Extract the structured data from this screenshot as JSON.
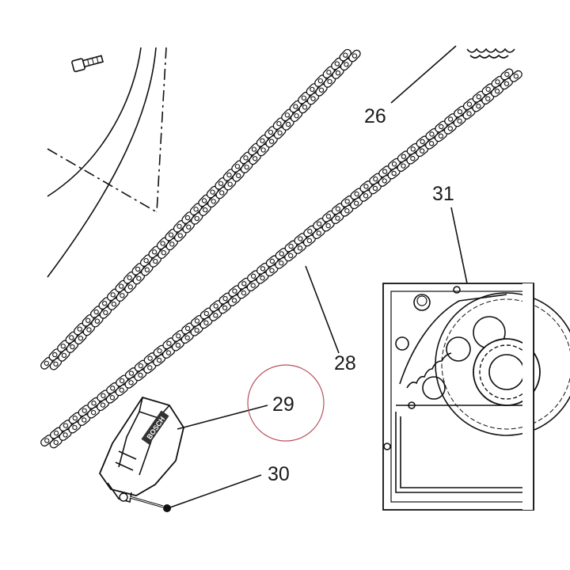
{
  "callouts": [
    {
      "id": "26",
      "text": "26"
    },
    {
      "id": "28",
      "text": "28"
    },
    {
      "id": "29",
      "text": "29"
    },
    {
      "id": "30",
      "text": "30"
    },
    {
      "id": "31",
      "text": "31"
    }
  ],
  "colors": {
    "ink": "#111111",
    "highlight_circle": "#b8505c",
    "background": "#ffffff"
  },
  "icons": {
    "bolt": "bolt-icon",
    "chain": "roller-chain",
    "guide": "chain-guide",
    "sprocket": "sprocket"
  }
}
